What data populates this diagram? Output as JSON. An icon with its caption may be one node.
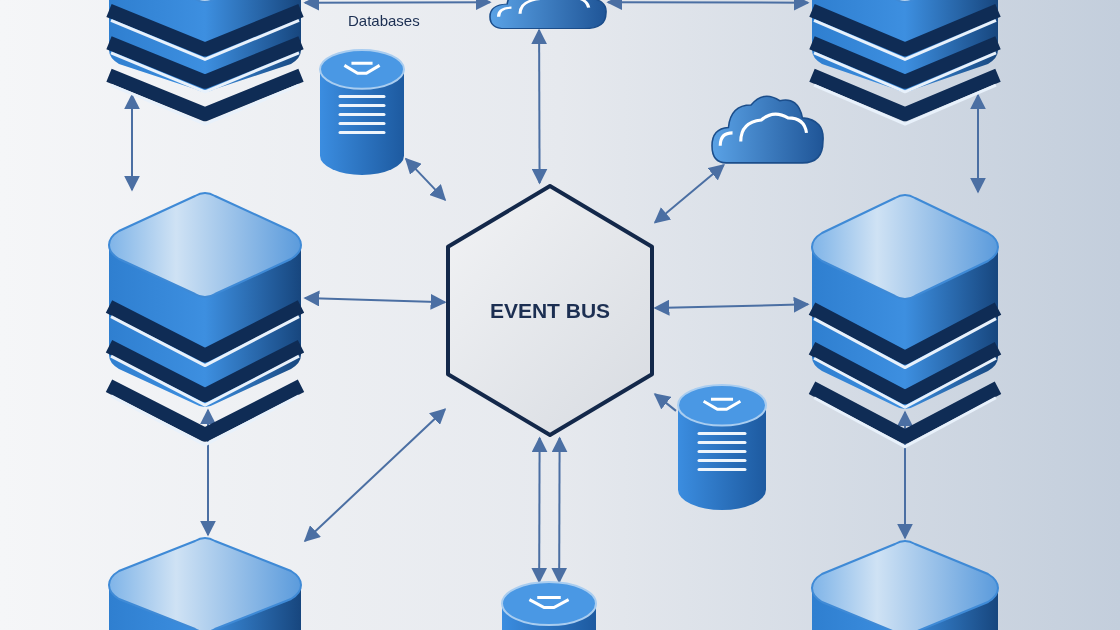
{
  "diagram": {
    "nodes": [
      {
        "text": [
          "EVENT BUS"
        ]
      },
      {
        "text": [],
        "shape": "box"
      },
      {
        "text": [],
        "shape": "cloud"
      },
      {
        "text": [],
        "shape": "box"
      },
      {
        "text": [],
        "shape": "cylinder"
      },
      {
        "text": [],
        "shape": "cloud"
      },
      {
        "text": [],
        "shape": "box"
      },
      {
        "text": [],
        "shape": "box"
      },
      {
        "text": [],
        "shape": "cylinder"
      },
      {
        "text": [],
        "shape": "box"
      },
      {
        "text": [],
        "shape": "cylinder"
      },
      {
        "text": [],
        "shape": "box"
      }
    ],
    "edges": [
      {
        "from": 1,
        "to": 2,
        "arrow": "both"
      },
      {
        "from": 2,
        "to": 3,
        "arrow": "both"
      },
      {
        "from": 2,
        "to": 0,
        "arrow": "both"
      },
      {
        "from": 4,
        "to": 0,
        "arrow": "both"
      },
      {
        "from": 5,
        "to": 0,
        "arrow": "both"
      },
      {
        "from": 1,
        "to": 6,
        "arrow": "both"
      },
      {
        "from": 3,
        "to": 7,
        "arrow": "both"
      },
      {
        "from": 6,
        "to": 0,
        "arrow": "both"
      },
      {
        "from": 0,
        "to": 7,
        "arrow": "both"
      },
      {
        "from": 8,
        "to": 0,
        "arrow": "to"
      },
      {
        "from": 6,
        "to": 9,
        "arrow": "both"
      },
      {
        "from": 0,
        "to": 9,
        "arrow": "both"
      },
      {
        "from": 0,
        "to": 10,
        "arrow": "both"
      },
      {
        "from": 0,
        "to": 10,
        "arrow": "both"
      },
      {
        "from": 7,
        "to": 11,
        "arrow": "both"
      }
    ],
    "labels": [
      "Databases"
    ]
  }
}
